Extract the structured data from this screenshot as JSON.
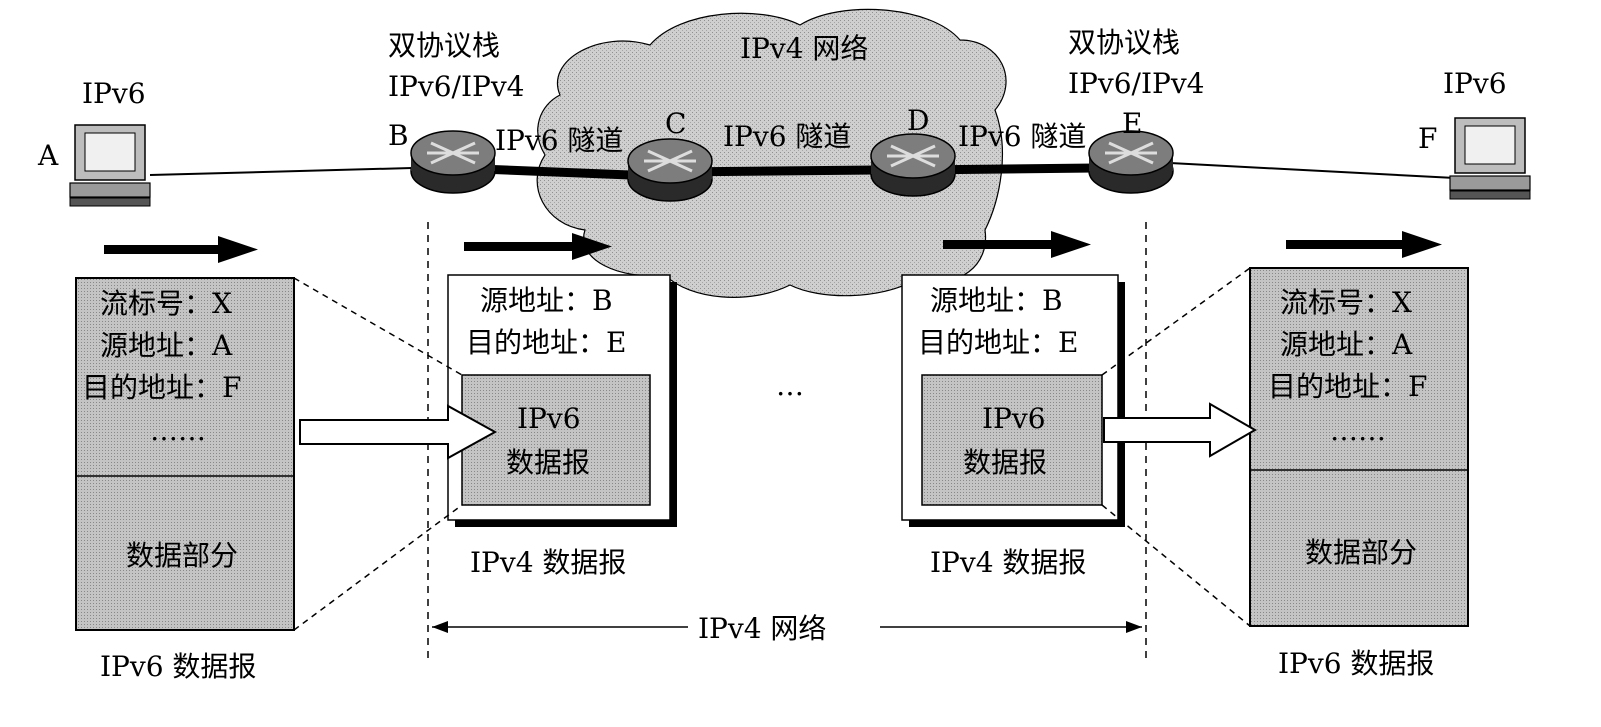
{
  "top": {
    "host_a_type": "IPv6",
    "host_f_type": "IPv6",
    "router_b_stack_title": "双协议栈",
    "router_b_stack_versions": "IPv6/IPv4",
    "router_e_stack_title": "双协议栈",
    "router_e_stack_versions": "IPv6/IPv4",
    "cloud_label": "IPv4 网络",
    "tunnel_labels": [
      "IPv6 隧道",
      "IPv6 隧道",
      "IPv6 隧道"
    ]
  },
  "nodes": [
    "A",
    "B",
    "C",
    "D",
    "E",
    "F"
  ],
  "left_ipv6_datagram": {
    "header_lines": [
      "流标号：X",
      "源地址：A",
      "目的地址：F",
      "……"
    ],
    "data_label": "数据部分",
    "caption": "IPv6 数据报"
  },
  "left_ipv4_datagram": {
    "header_lines": [
      "源地址：B",
      "目的地址：E"
    ],
    "inner_lines": [
      "IPv6",
      "数据报"
    ],
    "caption": "IPv4 数据报"
  },
  "right_ipv4_datagram": {
    "header_lines": [
      "源地址：B",
      "目的地址：E"
    ],
    "inner_lines": [
      "IPv6",
      "数据报"
    ],
    "caption": "IPv4 数据报"
  },
  "right_ipv6_datagram": {
    "header_lines": [
      "流标号：X",
      "源地址：A",
      "目的地址：F",
      "……"
    ],
    "data_label": "数据部分",
    "caption": "IPv6 数据报"
  },
  "ellipsis": "…",
  "bottom_span_label": "IPv4 网络",
  "colors": {
    "box_fill": "#c9c9c9",
    "inner_fill": "#bdbdbd",
    "cloud_fill": "#cfcfcf",
    "router_dark": "#2a2a2a",
    "router_top": "#7d7d7d"
  },
  "icons": [
    "computer-icon",
    "router-icon",
    "cloud-shape",
    "direction-arrow",
    "hollow-arrow"
  ]
}
